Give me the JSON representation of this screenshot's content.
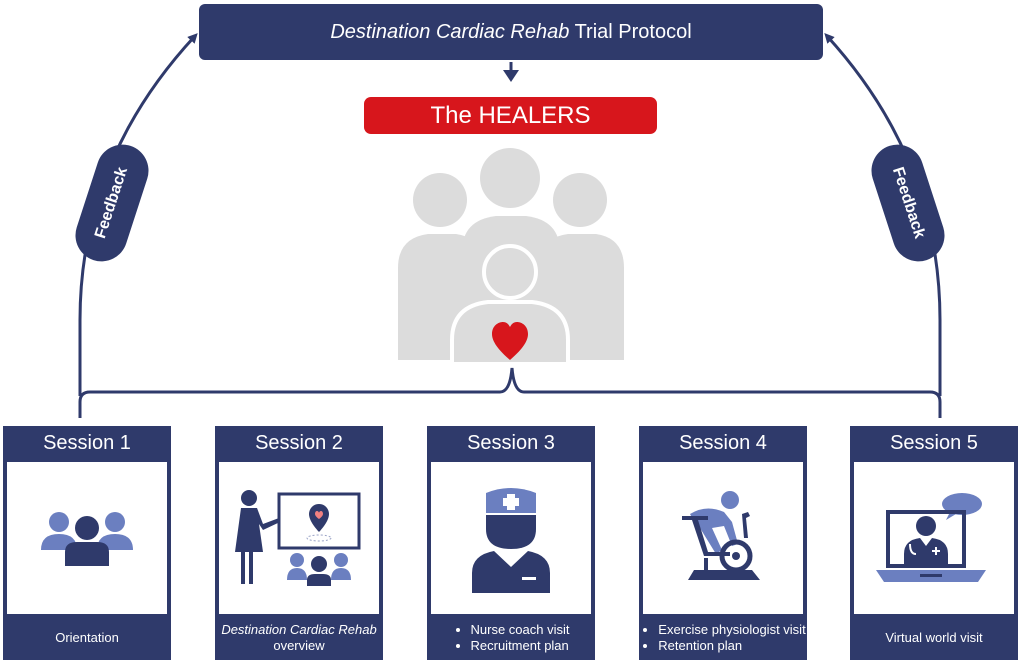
{
  "title": {
    "italic": "Destination Cardiac Rehab",
    "rest": " Trial Protocol"
  },
  "healers_label": "The HEALERS",
  "feedback_left": "Feedback",
  "feedback_right": "Feedback",
  "colors": {
    "navy": "#2f3a6b",
    "red": "#d7161c",
    "gray": "#dcdcdc",
    "icon_light": "#6b7fc0"
  },
  "sessions": [
    {
      "title": "Session 1",
      "icon": "group-people-icon",
      "text": "Orientation"
    },
    {
      "title": "Session 2",
      "icon": "presenter-board-icon",
      "text_italic": "Destination Cardiac Rehab",
      "text_rest": " overview"
    },
    {
      "title": "Session 3",
      "icon": "nurse-icon",
      "bullets": [
        "Nurse coach visit",
        "Recruitment plan"
      ]
    },
    {
      "title": "Session 4",
      "icon": "exercise-bike-icon",
      "bullets": [
        "Exercise physiologist visit",
        "Retention plan"
      ]
    },
    {
      "title": "Session 5",
      "icon": "laptop-doctor-icon",
      "text": "Virtual world visit"
    }
  ]
}
